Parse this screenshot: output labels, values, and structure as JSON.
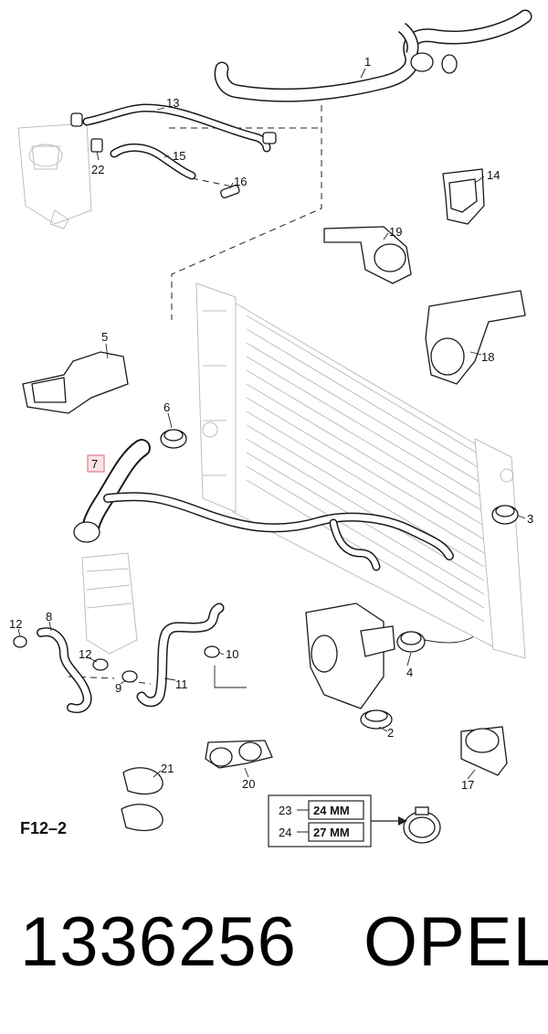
{
  "diagram": {
    "callouts": [
      "1",
      "2",
      "3",
      "4",
      "5",
      "6",
      "7",
      "8",
      "9",
      "10",
      "11",
      "12",
      "12",
      "13",
      "14",
      "15",
      "16",
      "17",
      "18",
      "19",
      "20",
      "21",
      "22"
    ],
    "highlighted_callout": "7",
    "highlight_color": "#e07b8a",
    "size_table": [
      {
        "ref": "23",
        "size": "24 MM"
      },
      {
        "ref": "24",
        "size": "27 MM"
      }
    ],
    "figure_code": "F12–2"
  },
  "caption": {
    "part_number": "1336256",
    "brand": "OPEL"
  }
}
